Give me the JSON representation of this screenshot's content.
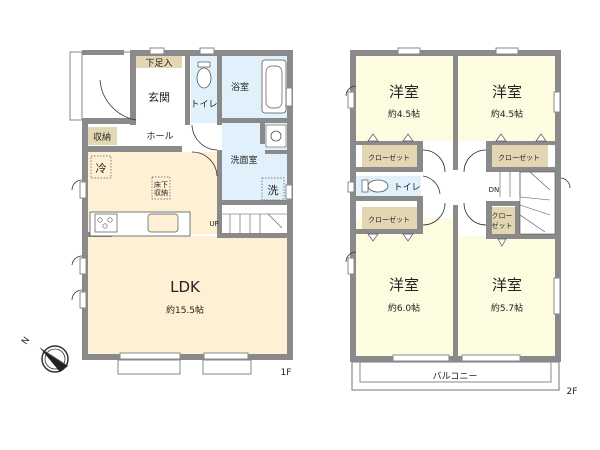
{
  "floor1": {
    "label": "1F",
    "rooms": {
      "genkan": {
        "name": "玄関"
      },
      "getabako": {
        "name": "下足入"
      },
      "toilet": {
        "name": "トイレ"
      },
      "bath": {
        "name": "浴室"
      },
      "hall": {
        "name": "ホール"
      },
      "storage": {
        "name": "収納"
      },
      "washroom": {
        "name": "洗面室"
      },
      "fridge": {
        "name": "冷"
      },
      "underfloor_line1": {
        "name": "床下"
      },
      "underfloor_line2": {
        "name": "収納"
      },
      "washer": {
        "name": "洗"
      },
      "stairs": {
        "name": "UP"
      },
      "ldk": {
        "name": "LDK",
        "size": "約15.5帖"
      }
    }
  },
  "floor2": {
    "label": "2F",
    "rooms": {
      "room_nw": {
        "name": "洋室",
        "size": "約4.5帖"
      },
      "room_ne": {
        "name": "洋室",
        "size": "約4.5帖"
      },
      "room_sw": {
        "name": "洋室",
        "size": "約6.0帖"
      },
      "room_se": {
        "name": "洋室",
        "size": "約5.7帖"
      },
      "closet_nw": {
        "name": "クローゼット"
      },
      "closet_ne": {
        "name": "クローゼット"
      },
      "closet_sw": {
        "name": "クローゼット"
      },
      "closet_se_line1": {
        "name": "クロー"
      },
      "closet_se_line2": {
        "name": "ゼット"
      },
      "toilet": {
        "name": "トイレ"
      },
      "stairs": {
        "name": "DN"
      },
      "balcony": {
        "name": "バルコニー"
      }
    }
  },
  "compass": {
    "north": "N"
  },
  "colors": {
    "wall": "#8a8a8a",
    "wood_floor": "#fdf0d5",
    "bedroom": "#fdfbe0",
    "wet_area": "#e1f1fb",
    "storage": "#e2d6b3"
  }
}
